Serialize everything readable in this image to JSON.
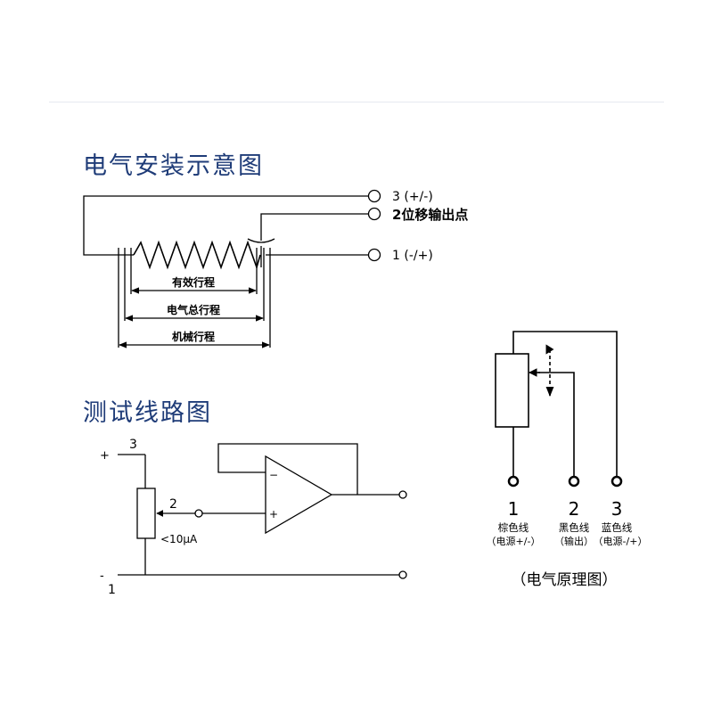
{
  "colors": {
    "heading": "#1f3c78",
    "line": "#000000",
    "rule": "#e6e9f0"
  },
  "installation": {
    "title": "电气安装示意图",
    "terminals": [
      {
        "label": "3 (+/-)"
      },
      {
        "label": "2位移输出点"
      },
      {
        "label": "1 (-/+)"
      }
    ],
    "strokes": {
      "effective": "有效行程",
      "electrical": "电气总行程",
      "mechanical": "机械行程"
    }
  },
  "test_circuit": {
    "title": "测试线路图",
    "pin3": "3",
    "pin2": "2",
    "pin1": "1",
    "plus": "+",
    "minus": "-",
    "current": "<10μA",
    "opamp_minus": "−",
    "opamp_plus": "+"
  },
  "schematic": {
    "wires": [
      {
        "number": "1",
        "color": "棕色线",
        "function": "（电源+/-）"
      },
      {
        "number": "2",
        "color": "黑色线",
        "function": "（输出）"
      },
      {
        "number": "3",
        "color": "蓝色线",
        "function": "（电源-/+）"
      }
    ],
    "caption": "（电气原理图）"
  }
}
